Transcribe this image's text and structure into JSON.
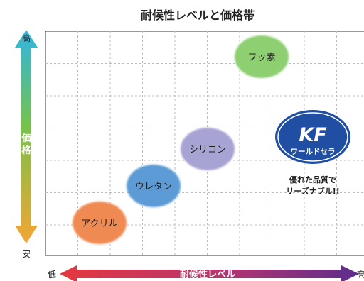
{
  "chart_data": {
    "type": "scatter",
    "title": "耐候性レベルと価格帯",
    "xlabel": "耐候性レベル",
    "ylabel": "価格",
    "x_low": "低",
    "x_high": "高",
    "y_low": "安",
    "y_high": "高",
    "grid": true,
    "points": [
      {
        "label": "アクリル",
        "x": 1,
        "y": 1,
        "color": "#f08a52"
      },
      {
        "label": "ウレタン",
        "x": 2,
        "y": 2,
        "color": "#5b9bd5"
      },
      {
        "label": "シリコン",
        "x": 3,
        "y": 3,
        "color": "#a7a3d3"
      },
      {
        "label": "フッ素",
        "x": 4,
        "y": 5.5,
        "color": "#8ecf72"
      }
    ],
    "brand": {
      "mark": "KF",
      "name": "ワールドセラ",
      "color": "#1f4ea3",
      "note_line1": "優れた品質で",
      "note_line2": "リーズナブル!!"
    },
    "colors": {
      "y_axis_top": "#2fb6e3",
      "y_axis_bottom": "#f5a534",
      "x_axis_left": "#e4383f",
      "x_axis_right": "#5b2d8c"
    }
  }
}
